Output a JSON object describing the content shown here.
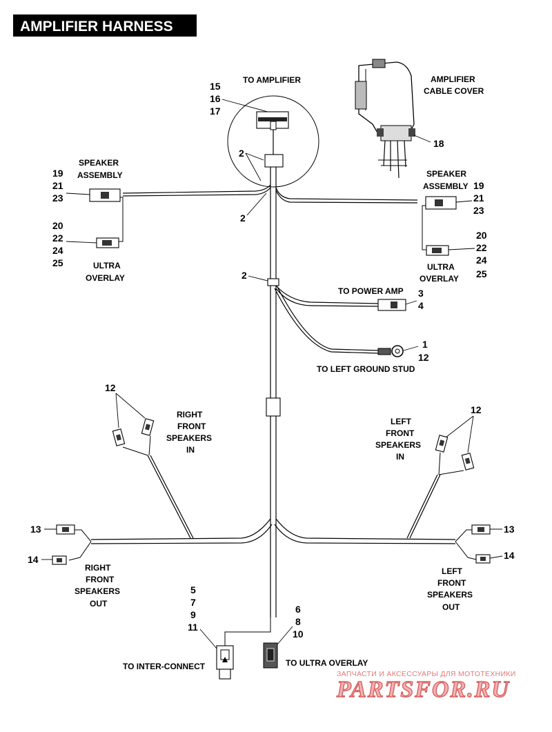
{
  "title": "AMPLIFIER HARNESS",
  "labels": {
    "to_amplifier": "TO AMPLIFIER",
    "amp_cover_1": "AMPLIFIER",
    "amp_cover_2": "CABLE COVER",
    "speaker_assembly_left_1": "SPEAKER",
    "speaker_assembly_left_2": "ASSEMBLY",
    "speaker_assembly_right_1": "SPEAKER",
    "speaker_assembly_right_2": "ASSEMBLY",
    "ultra_overlay_left_1": "ULTRA",
    "ultra_overlay_left_2": "OVERLAY",
    "ultra_overlay_right_1": "ULTRA",
    "ultra_overlay_right_2": "OVERLAY",
    "to_power_amp": "TO POWER AMP",
    "to_left_ground_stud": "TO LEFT GROUND STUD",
    "rf_in_1": "RIGHT",
    "rf_in_2": "FRONT",
    "rf_in_3": "SPEAKERS",
    "rf_in_4": "IN",
    "lf_in_1": "LEFT",
    "lf_in_2": "FRONT",
    "lf_in_3": "SPEAKERS",
    "lf_in_4": "IN",
    "rf_out_1": "RIGHT",
    "rf_out_2": "FRONT",
    "rf_out_3": "SPEAKERS",
    "rf_out_4": "OUT",
    "lf_out_1": "LEFT",
    "lf_out_2": "FRONT",
    "lf_out_3": "SPEAKERS",
    "lf_out_4": "OUT",
    "to_inter_connect": "TO INTER-CONNECT",
    "to_ultra_overlay": "TO ULTRA OVERLAY"
  },
  "callouts": {
    "c15": "15",
    "c16": "16",
    "c17": "17",
    "c18": "18",
    "c2a": "2",
    "c2b": "2",
    "c2c": "2",
    "l19": "19",
    "l21": "21",
    "l23": "23",
    "l20": "20",
    "l22": "22",
    "l24": "24",
    "l25": "25",
    "r19": "19",
    "r21": "21",
    "r23": "23",
    "r20": "20",
    "r22": "22",
    "r24": "24",
    "r25": "25",
    "c3": "3",
    "c4": "4",
    "c1": "1",
    "c12": "12",
    "c12_right_in": "12",
    "c12_left_in": "12",
    "c13_left": "13",
    "c14_left": "14",
    "c13_right": "13",
    "c14_right": "14",
    "c5": "5",
    "c7": "7",
    "c9": "9",
    "c11": "11",
    "c6": "6",
    "c8": "8",
    "c10": "10"
  },
  "watermark": {
    "top": "ЗАПЧАСТИ И АКСЕССУАРЫ ДЛЯ МОТОТЕХНИКИ",
    "brand": "PARTSFOR.RU"
  }
}
